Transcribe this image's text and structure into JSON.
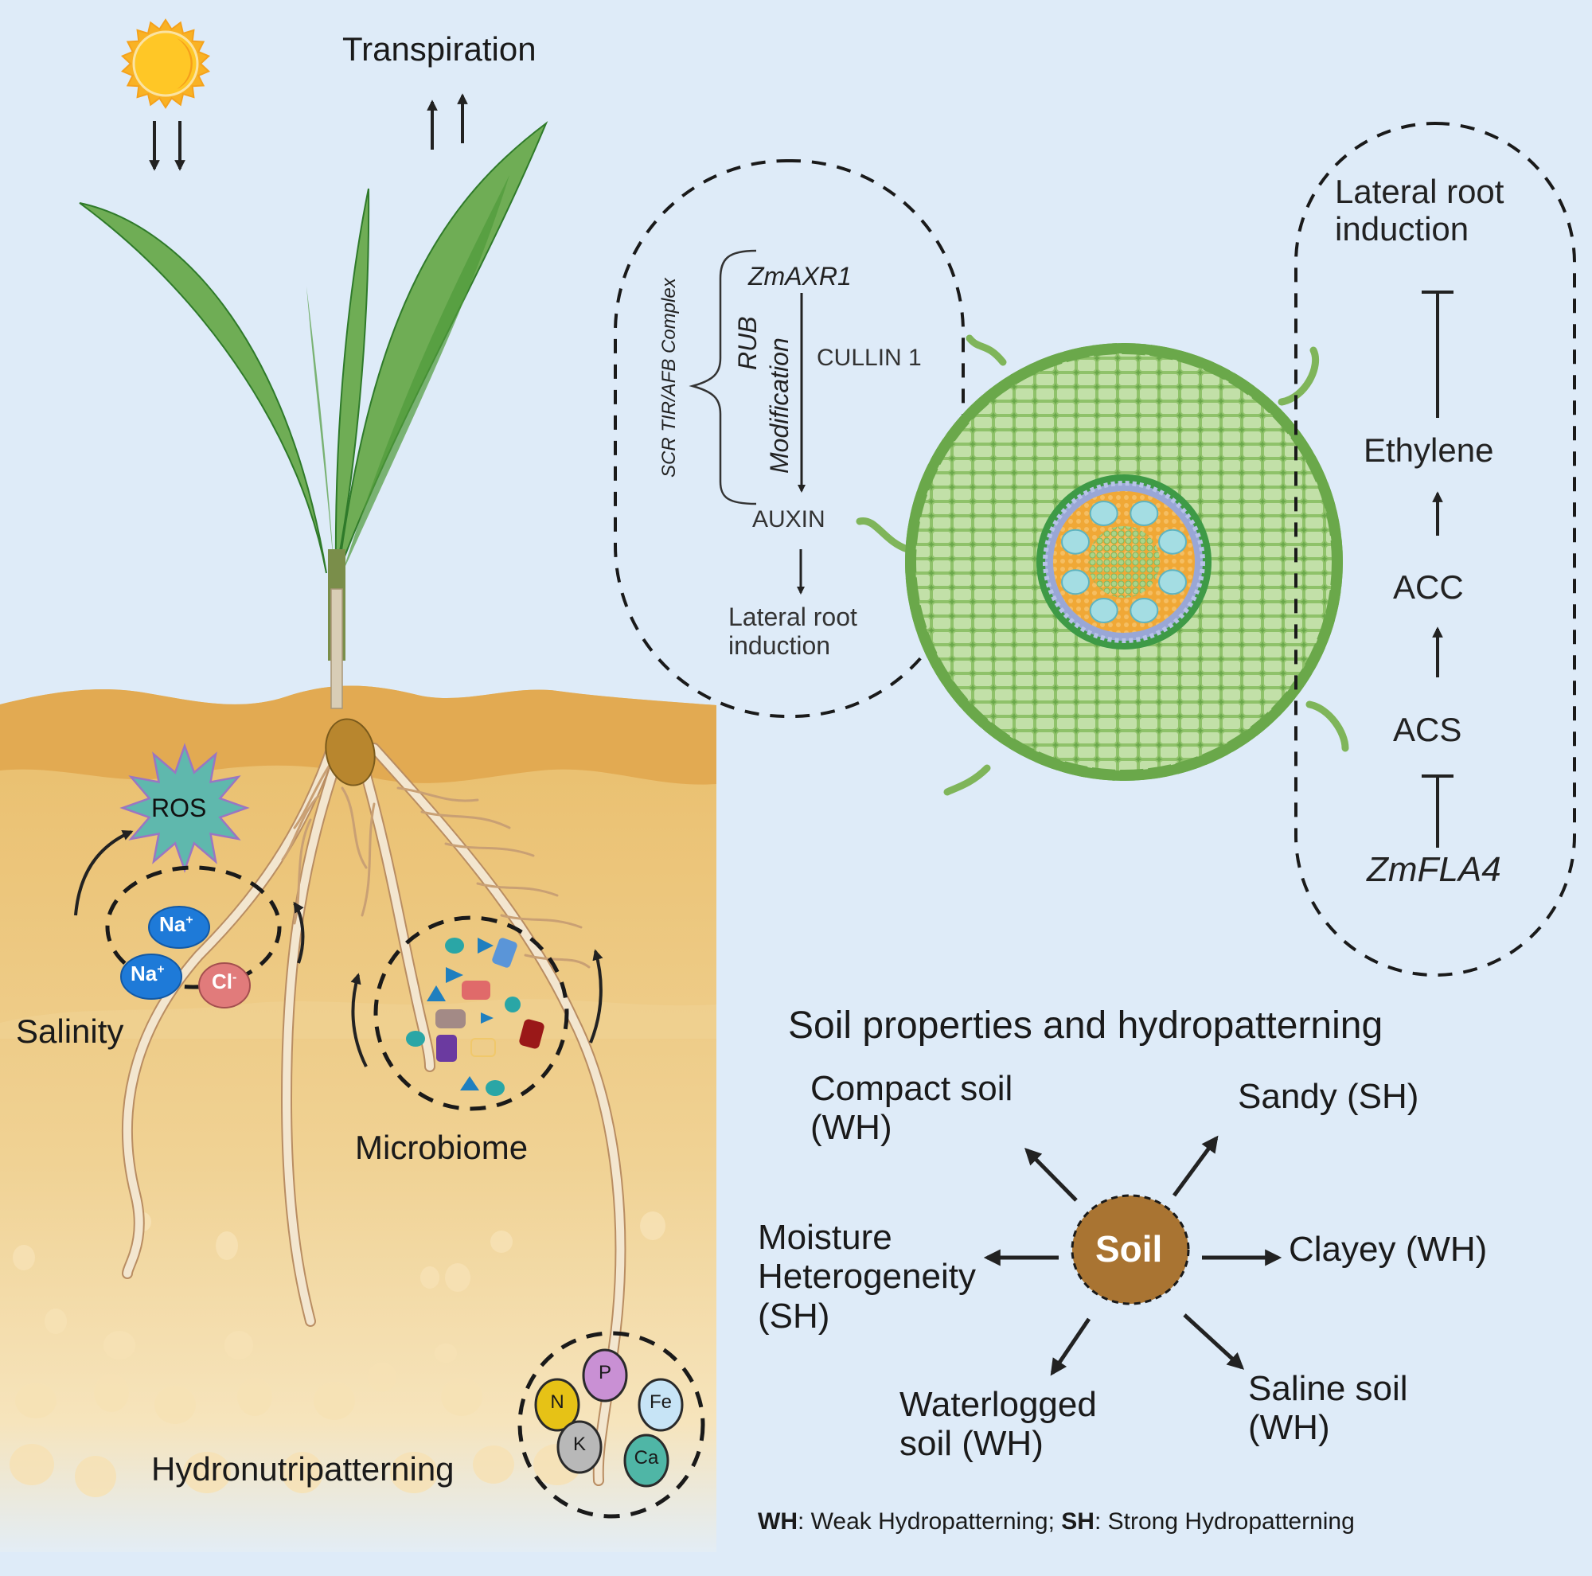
{
  "colors": {
    "background": "#deebf8",
    "soil_top": "#e2aa52",
    "soil_mid": "#e9bd6a",
    "soil_low": "#f0d294",
    "soil_bottom": "#f6e4bc",
    "leaf": "#6fad55",
    "leaf_dark": "#2f7a2a",
    "root": "#f3e6cf",
    "root_edge": "#b98d62",
    "seed": "#b8862e",
    "sun": "#ffc726",
    "sun_rays": "#f9b224",
    "ros": "#5fb8ad",
    "ros_edge": "#9a76c2",
    "na": "#1e7ad8",
    "cl": "#e17b7b",
    "root_section_outer": "#6aa84a",
    "root_section_cortex": "#b5d79a",
    "endodermis": "#3e9a46",
    "pericycle": "#99a7d6",
    "stele": "#f0a836",
    "xylem": "#a4dde3",
    "soil_node": "#a97432",
    "arrow": "#222222"
  },
  "top": {
    "sun_icon": "sun-icon",
    "sun_arrows": "down-down",
    "transpiration_label": "Transpiration",
    "transpiration_arrows": "up-up"
  },
  "plant": {
    "parts": [
      "leaves",
      "stem",
      "seed",
      "roots"
    ]
  },
  "soil_stresses": {
    "ros_label": "ROS",
    "salinity_label": "Salinity",
    "ions": [
      {
        "label": "Na",
        "sup": "+"
      },
      {
        "label": "Na",
        "sup": "+"
      },
      {
        "label": "Cl",
        "sup": "-"
      }
    ],
    "microbiome_label": "Microbiome",
    "hydronutripatterning_label": "Hydronutripatterning",
    "nutrients": [
      {
        "label": "P",
        "color": "#c990d4"
      },
      {
        "label": "N",
        "color": "#e6c216"
      },
      {
        "label": "Fe",
        "color": "#c7e4f6"
      },
      {
        "label": "K",
        "color": "#b8b8b8"
      },
      {
        "label": "Ca",
        "color": "#4fb6a6"
      }
    ]
  },
  "auxin_pathway": {
    "complex_label": "SCR TIR/AFB Complex",
    "gene": "ZmAXR1",
    "modification_line1": "RUB",
    "modification_line2": "Modification",
    "cullin": "CULLIN 1",
    "auxin": "AUXIN",
    "outcome": "Lateral root\ninduction"
  },
  "ethylene_pathway": {
    "outcome": "Lateral root\ninduction",
    "steps": [
      "Ethylene",
      "ACC",
      "ACS"
    ],
    "gene": "ZmFLA4",
    "relations": [
      "inhibits",
      "activates",
      "activates",
      "inhibits"
    ]
  },
  "root_cross_section": {
    "layers": [
      "epidermis",
      "cortex",
      "endodermis",
      "pericycle",
      "stele",
      "xylem",
      "pith"
    ],
    "xylem_vessels": 8
  },
  "soil_properties": {
    "title": "Soil properties and hydropatterning",
    "center": "Soil",
    "items": [
      {
        "id": "compact",
        "label": "Compact soil\n(WH)"
      },
      {
        "id": "sandy",
        "label": "Sandy (SH)"
      },
      {
        "id": "moisture",
        "label": "Moisture\nHeterogeneity\n(SH)"
      },
      {
        "id": "clayey",
        "label": "Clayey (WH)"
      },
      {
        "id": "waterlogged",
        "label": "Waterlogged\nsoil (WH)"
      },
      {
        "id": "saline",
        "label": "Saline soil\n(WH)"
      }
    ],
    "legend": {
      "wh_abbr": "WH",
      "wh_text": ": Weak Hydropatterning; ",
      "sh_abbr": "SH",
      "sh_text": ": Strong Hydropatterning"
    }
  }
}
